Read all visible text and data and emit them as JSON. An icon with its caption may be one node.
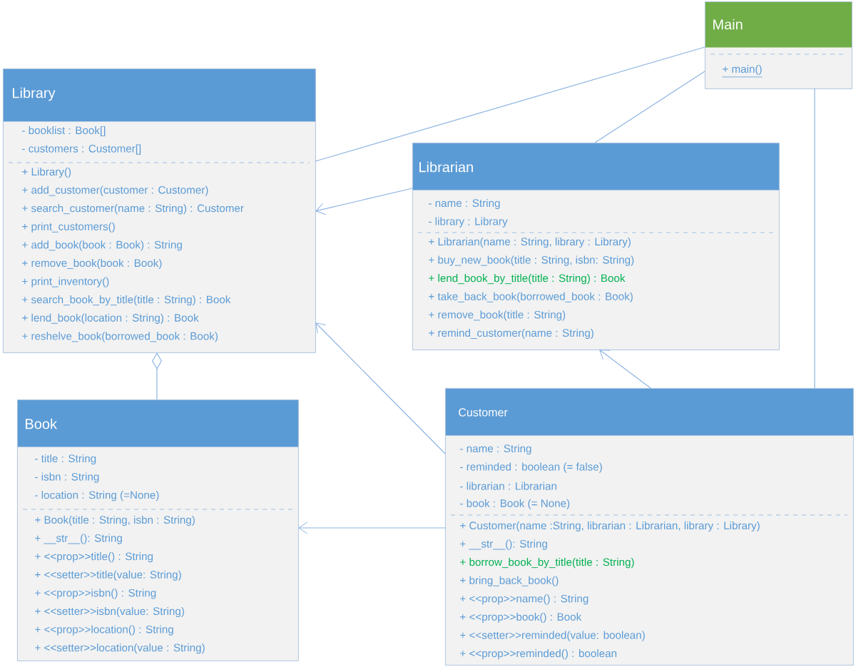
{
  "diagram": {
    "nodes": [
      {
        "text": [
          "Library",
          "- booklist : Book[]",
          "- customers : Customer[]",
          "+ Library()",
          "+ add_customer(customer : Customer)",
          "+ search_customer(name : String) : Customer",
          "+ print_customers()",
          "+ add_book(book : Book) : String",
          "+ remove_book(book : Book)",
          "+ print_inventory()",
          "+ search_book_by_title(title : String) : Book",
          "+ lend_book(location : String) : Book",
          "+ reshelve_book(borrowed_book : Book)"
        ]
      },
      {
        "text": [
          "Main",
          "+ main()"
        ]
      },
      {
        "text": [
          "Librarian",
          "- name : String",
          "- library : Library",
          "+ Librarian(name : String, library : Library)",
          "+ buy_new_book(title : String, isbn: String)",
          "+ lend_book_by_title(title : String) : Book",
          "+ take_back_book(borrowed_book : Book)",
          "+ remove_book(title : String)",
          "+ remind_customer(name : String)"
        ]
      },
      {
        "text": [
          "Book",
          "- title : String",
          "- isbn : String",
          "- location : String (=None)",
          "+ Book(title : String, isbn : String)",
          "+ __str__(): String",
          "+ <<prop>>title() : String",
          "+ <<setter>>title(value: String)",
          "+ <<prop>>isbn() : String",
          "+ <<setter>>isbn(value: String)",
          "+ <<prop>>location() : String",
          "+ <<setter>>location(value : String)"
        ]
      },
      {
        "text": [
          "Customer",
          "- name : String",
          "- reminded : boolean (= false)",
          "- librarian : Librarian",
          "- book : Book (= None)",
          "+ Customer(name :String, librarian : Librarian, library : Library)",
          "+ __str__(): String",
          "+ borrow_book_by_title(title : String)",
          "+ bring_back_book()",
          "+ <<prop>>name() : String",
          "+ <<prop>>book() : Book",
          "+ <<setter>>reminded(value: boolean)",
          "+ <<prop>>reminded() : boolean"
        ]
      }
    ],
    "edges": [
      {
        "from": 1,
        "to": 0,
        "arrow": "none"
      },
      {
        "from": 1,
        "to": 2,
        "arrow": "none"
      },
      {
        "from": 1,
        "to": 4,
        "arrow": "none"
      },
      {
        "from": 2,
        "to": 0,
        "arrow": "to"
      },
      {
        "from": 4,
        "to": 0,
        "arrow": "to"
      },
      {
        "from": 4,
        "to": 2,
        "arrow": "to"
      },
      {
        "from": 4,
        "to": 3,
        "arrow": "to"
      },
      {
        "from": 3,
        "to": 0,
        "arrow": "other"
      }
    ]
  }
}
